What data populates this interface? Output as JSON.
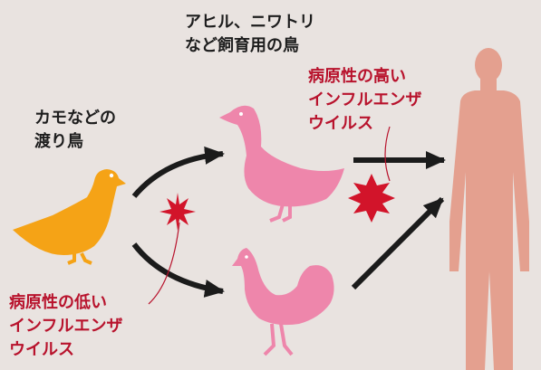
{
  "labels": {
    "poultry": "アヒル、ニワトリ\nなど飼育用の鳥",
    "migratory": "カモなどの\n渡り鳥",
    "high_path": "病原性の高い\nインフルエンザ\nウイルス",
    "low_path": "病原性の低い\nインフルエンザ\nウイルス"
  },
  "colors": {
    "background": "#e9e3e0",
    "duck": "#f5a316",
    "poultry": "#ee86ab",
    "human": "#e4a08f",
    "virus": "#d2142a",
    "arrow": "#1b1b1b",
    "red_text": "#b8122c"
  },
  "icons": [
    "duck-icon",
    "goose-icon",
    "rooster-icon",
    "human-icon",
    "virus-icon",
    "arrow-icon"
  ]
}
